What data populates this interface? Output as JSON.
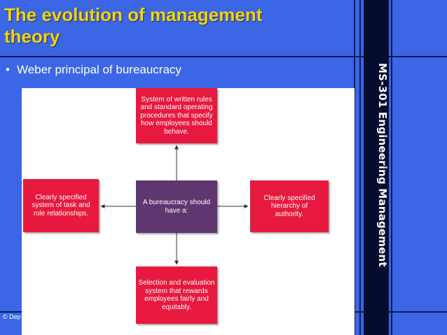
{
  "slide": {
    "title": "The evolution of management theory",
    "bullet": "Weber principal of bureaucracy",
    "sidebar_label": "MS-301 Engineering Management",
    "footer": "© Dep"
  },
  "diagram": {
    "center": "A bureaucracy should have a:",
    "top": "System of written rules and standard operating procedures that specify how employees should behave.",
    "left": "Clearly specified system of task and role relationships.",
    "right": "Clearly specified hierarchy of authority.",
    "bottom": "Selection and evaluation system that rewards employees fairly and equitably."
  },
  "colors": {
    "background": "#3b66e6",
    "title": "#f5d400",
    "sidebar": "#060c2e",
    "outer_box": "#e8193e",
    "center_box": "#5e3670"
  }
}
